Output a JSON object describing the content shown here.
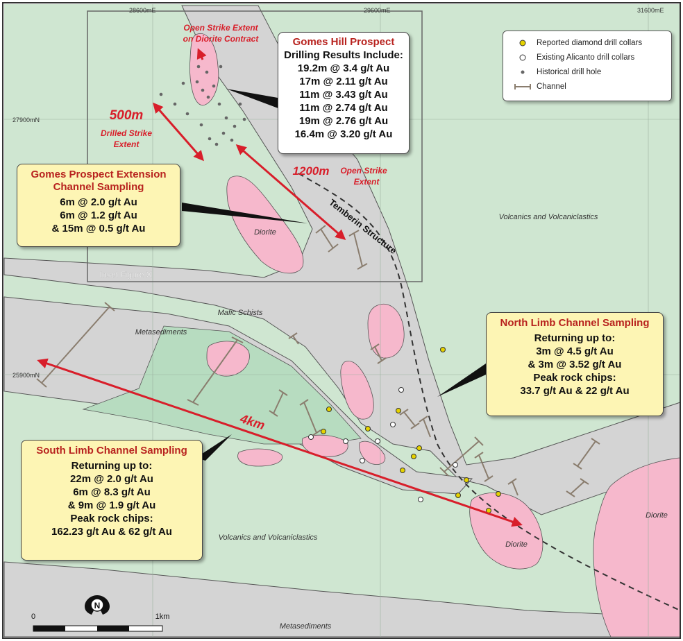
{
  "grid": {
    "easting_top_left": "28600mE",
    "easting_top_mid": "29600mE",
    "easting_top_right": "31600mE",
    "northing_upper": "27900mN",
    "northing_lower": "25900mN"
  },
  "inset_label": "Inset Figure X",
  "geology_labels": {
    "volcanics_right": "Volcanics and Volcaniclastics",
    "volcanics_bottom": "Volcanics and Volcaniclastics",
    "mafic_schists": "Mafic Schists",
    "metasediments_left": "Metasediments",
    "metasediments_bottom": "Metasediments",
    "diorite_inset": "Diorite",
    "diorite_center": "Diorite",
    "diorite_right": "Diorite"
  },
  "structure_label": "Temberin Structure",
  "annotations": {
    "open_strike_diorite_l1": "Open Strike Extent",
    "open_strike_diorite_l2": "on Diorite Contract",
    "drilled_500m": "500m",
    "drilled_l1": "Drilled Strike",
    "drilled_l2": "Extent",
    "open_1200m": "1200m",
    "open_l1": "Open Strike",
    "open_l2": "Extent",
    "distance_4km": "4km"
  },
  "callouts": {
    "gomes_hill": {
      "title": "Gomes Hill Prospect",
      "subtitle": "Drilling Results Include:",
      "lines": [
        "19.2m @ 3.4 g/t Au",
        "17m @ 2.11 g/t Au",
        "11m @ 3.43 g/t Au",
        "11m @ 2.74 g/t Au",
        "19m @ 2.76 g/t Au",
        "16.4m @ 3.20 g/t Au"
      ]
    },
    "gomes_extension": {
      "title_l1": "Gomes Prospect Extension",
      "title_l2": "Channel Sampling",
      "lines": [
        "6m @ 2.0 g/t Au",
        "6m @ 1.2 g/t Au",
        "& 15m @ 0.5 g/t Au"
      ]
    },
    "north_limb": {
      "title": "North Limb Channel Sampling",
      "lines": [
        "Returning up to:",
        "3m @ 4.5 g/t Au",
        "& 3m @ 3.52 g/t Au",
        "Peak rock chips:",
        "33.7 g/t Au & 22 g/t Au"
      ]
    },
    "south_limb": {
      "title": "South Limb Channel Sampling",
      "lines": [
        "Returning up to:",
        "22m @ 2.0 g/t Au",
        "6m @ 8.3 g/t Au",
        "& 9m @ 1.9 g/t Au",
        "Peak rock chips:",
        "162.23 g/t Au & 62 g/t Au"
      ]
    }
  },
  "legend": {
    "items": [
      {
        "label": "Reported diamond drill collars",
        "symbol": "yellow-circle-icon",
        "color": "#e5d200"
      },
      {
        "label": "Existing Alicanto drill collars",
        "symbol": "white-circle-icon",
        "color": "#ffffff"
      },
      {
        "label": "Historical drill hole",
        "symbol": "grey-dot-icon",
        "color": "#666666"
      },
      {
        "label": "Channel",
        "symbol": "channel-icon",
        "color": "#8a7d6e"
      }
    ]
  },
  "scale_bar": {
    "start": "0",
    "end": "1km"
  },
  "north_arrow": "N",
  "colors": {
    "volcanics": "#cfe6d1",
    "mafic_schist": "#b7dcc0",
    "metasediments": "#d3d3d3",
    "diorite": "#f6b8cc",
    "arrow_red": "#d81e2a",
    "callout_bg": "#fdf5b4",
    "callout_title": "#b8231f"
  }
}
